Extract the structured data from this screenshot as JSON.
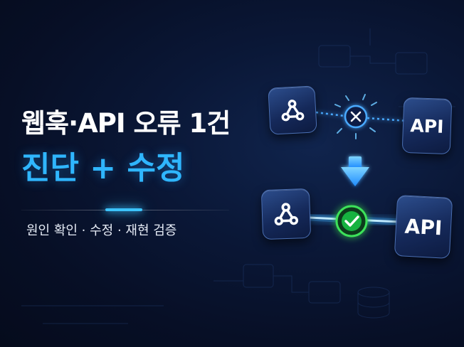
{
  "headline": {
    "line1": "웹훅·API 오류 1건",
    "line2": "진단 + 수정"
  },
  "subtitle": "원인 확인 · 수정 · 재현 검증",
  "diagram": {
    "before": {
      "left_icon": "webhook-icon",
      "right_label": "API",
      "status_icon": "x-icon",
      "state": "broken"
    },
    "after": {
      "left_icon": "webhook-icon",
      "right_label": "API",
      "status_icon": "check-icon",
      "state": "connected"
    },
    "transition_icon": "arrow-down-icon"
  },
  "colors": {
    "accent_blue": "#2fb6ff",
    "success_green": "#3de25a",
    "background": "#070f26"
  }
}
